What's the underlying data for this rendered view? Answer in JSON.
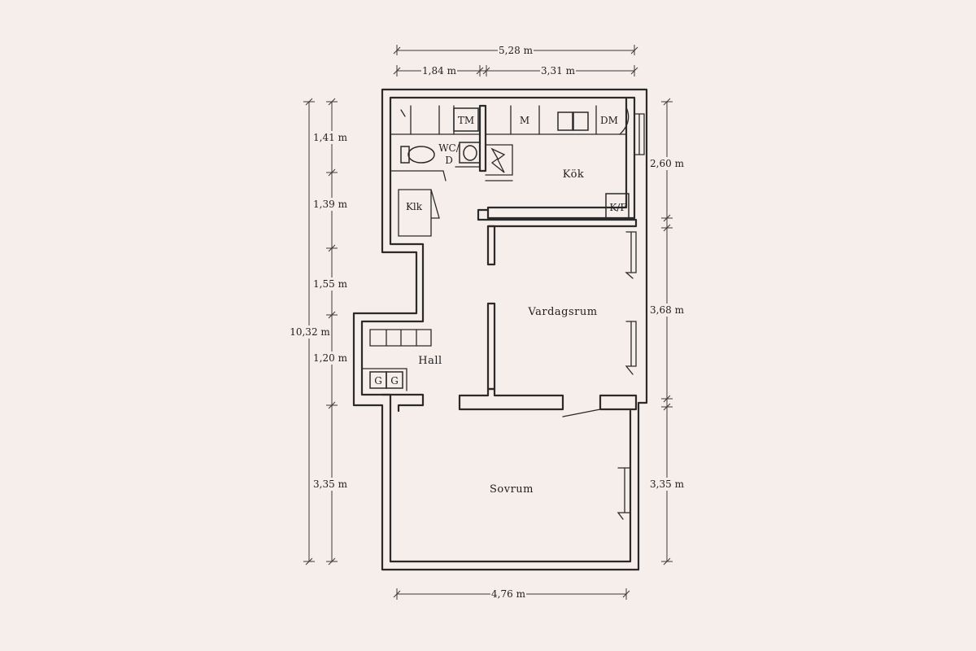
{
  "palette": {
    "background": "#f6eeeb",
    "ink": "#2a2a2a"
  },
  "dimensions": {
    "top_total": "5,28 m",
    "top_left": "1,84 m",
    "top_right": "3,31 m",
    "bottom": "4,76 m",
    "left_total": "10,32 m",
    "left_1": "1,41 m",
    "left_2": "1,39 m",
    "left_3": "1,55 m",
    "left_4": "1,20 m",
    "left_5": "3,35 m",
    "right_1": "2,60 m",
    "right_2": "3,68 m",
    "right_3": "3,35 m"
  },
  "rooms": {
    "kok": "Kök",
    "vardagsrum": "Vardagsrum",
    "hall": "Hall",
    "sovrum": "Sovrum"
  },
  "fixtures": {
    "tm": "TM",
    "m": "M",
    "dm": "DM",
    "wc_line1": "WC/",
    "wc_line2": "D",
    "klk": "Klk",
    "kf": "K/F",
    "g1": "G",
    "g2": "G"
  }
}
